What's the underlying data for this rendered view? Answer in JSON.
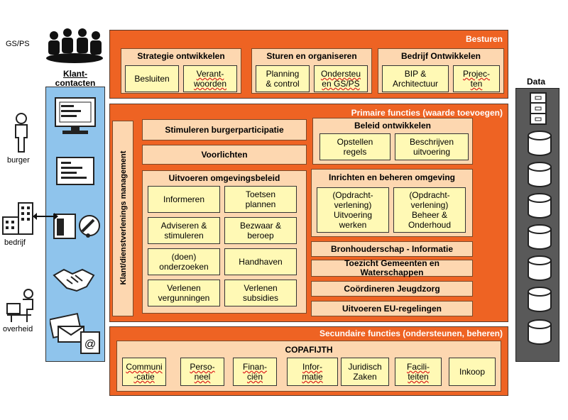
{
  "gsps": "GS/PS",
  "klantcontacten": "Klant-\ncontacten",
  "actors": {
    "burger": "burger",
    "bedrijf": "bedrijf",
    "overheid": "overheid"
  },
  "besturen": {
    "title": "Besturen",
    "groups": [
      {
        "title": "Strategie ontwikkelen",
        "items": [
          "Besluiten",
          "Verant-\nwoorden"
        ]
      },
      {
        "title": "Sturen en organiseren",
        "items": [
          "Planning\n& control",
          "Ondersteu\nen GS/PS"
        ]
      },
      {
        "title": "Bedrijf Ontwikkelen",
        "items": [
          "BIP &\nArchitectuur",
          "Projec-\nten"
        ]
      }
    ]
  },
  "primair": {
    "title": "Primaire functies (waarde toevoegen)",
    "vertical": "Klant/dienstverlenings management",
    "stimuleren": "Stimuleren burgerparticipatie",
    "voorlichten": "Voorlichten",
    "beleid": {
      "title": "Beleid ontwikkelen",
      "items": [
        "Opstellen\nregels",
        "Beschrijven\nuitvoering"
      ]
    },
    "uitvoeren": {
      "title": "Uitvoeren omgevingsbeleid",
      "items": [
        "Informeren",
        "Toetsen\nplannen",
        "Adviseren &\nstimuleren",
        "Bezwaar &\nberoep",
        "(doen)\nonderzoeken",
        "Handhaven",
        "Verlenen\nvergunningen",
        "Verlenen\nsubsidies"
      ]
    },
    "inrichten": {
      "title": "Inrichten en beheren omgeving",
      "items": [
        "(Opdracht-\nverlening)\nUitvoering\nwerken",
        "(Opdracht-\nverlening)\nBeheer &\nOnderhoud"
      ]
    },
    "bars": [
      "Bronhouderschap - Informatie",
      "Toezicht Gemeenten en\nWaterschappen",
      "Coördineren Jeugdzorg",
      "Uitvoeren EU-regelingen"
    ]
  },
  "secundair": {
    "title": "Secundaire functies (ondersteunen, beheren)",
    "copafijth": "COPAFIJTH",
    "items": [
      "Communi\n-catie",
      "Perso-\nneel",
      "Finan-\nciën",
      "Infor-\nmatie",
      "Juridisch\nZaken",
      "Facili-\nteiten",
      "Inkoop"
    ]
  },
  "data_label": "Data",
  "colors": {
    "orange": "#ee6323",
    "peach": "#fdd7b0",
    "yellow": "#fff9b5",
    "blue": "#8fc4ec"
  }
}
